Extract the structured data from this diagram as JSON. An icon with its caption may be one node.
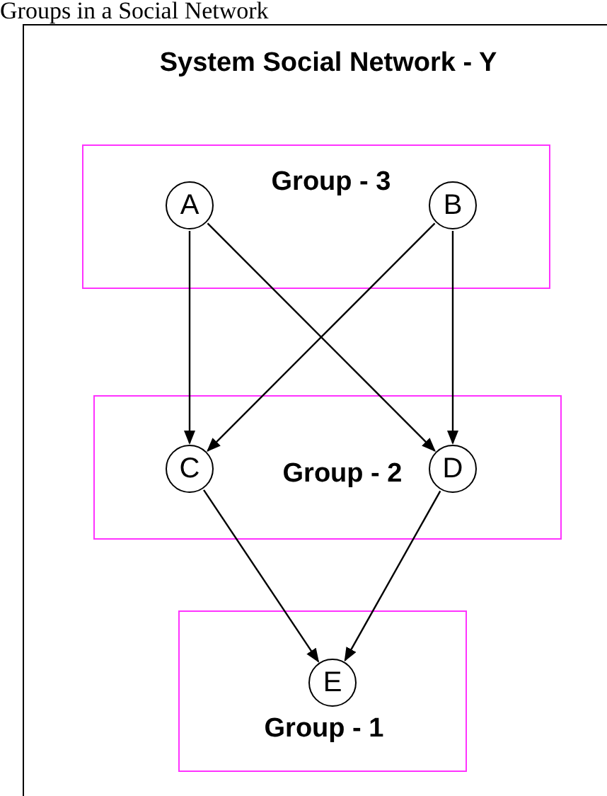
{
  "diagram": {
    "title": "Groups in a Social Network",
    "nodes": [
      {
        "text": [
          "System Social Network - Y"
        ]
      },
      {
        "text": [
          "Group - 3"
        ],
        "in": 0
      },
      {
        "text": [
          "A"
        ],
        "in": 1
      },
      {
        "text": [
          "B"
        ],
        "in": 1
      },
      {
        "text": [
          "Group - 2"
        ],
        "in": 0
      },
      {
        "text": [
          "C"
        ],
        "in": 4
      },
      {
        "text": [
          "D"
        ],
        "in": 4
      },
      {
        "text": [
          "Group - 1"
        ],
        "in": 0
      },
      {
        "text": [
          "E"
        ],
        "in": 7
      }
    ],
    "edges": [
      {
        "from": 2,
        "to": 5,
        "arrow": "to"
      },
      {
        "from": 2,
        "to": 6,
        "arrow": "to"
      },
      {
        "from": 3,
        "to": 5,
        "arrow": "to"
      },
      {
        "from": 3,
        "to": 6,
        "arrow": "to"
      },
      {
        "from": 5,
        "to": 8,
        "arrow": "to"
      },
      {
        "from": 6,
        "to": 8,
        "arrow": "to"
      }
    ]
  }
}
